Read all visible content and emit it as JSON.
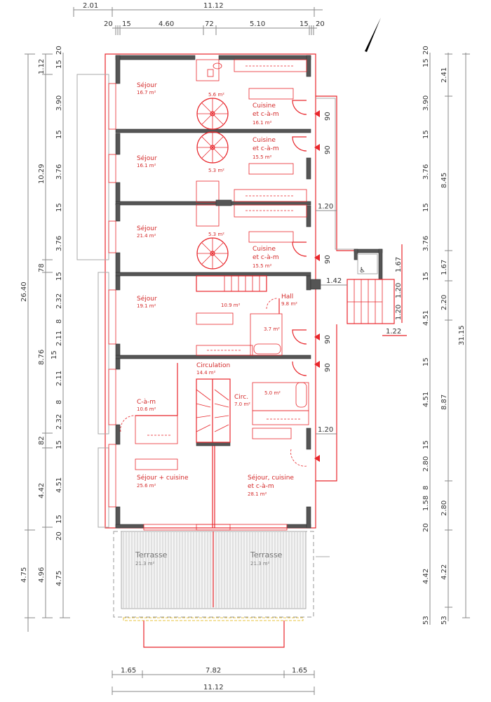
{
  "plan": {
    "north_arrow": "north-arrow-icon",
    "top_dimensions": {
      "row1": [
        "2.01",
        "11.12"
      ],
      "row2": [
        "20",
        "15",
        "4.60",
        "72",
        "5.10",
        "15",
        "20"
      ]
    },
    "bottom_dimensions": {
      "row1": [
        "1.65",
        "7.82",
        "1.65"
      ],
      "row2": [
        "11.12"
      ]
    },
    "left_dimensions": {
      "outer": [
        "26.40",
        "4.75"
      ],
      "middle": [
        "1.12",
        "10.29",
        "78",
        "8.76",
        "82",
        "4.42",
        "4.96"
      ],
      "inner": [
        "20",
        "15",
        "3.90",
        "15",
        "3.76",
        "15",
        "3.76",
        "15",
        "2.32",
        "8",
        "2.11",
        "15",
        "2.11",
        "8",
        "2.32",
        "15",
        "4.51",
        "15",
        "20",
        "4.75"
      ]
    },
    "right_dimensions": {
      "inner": [
        "20",
        "15",
        "3.90",
        "15",
        "3.76",
        "15",
        "3.76",
        "15",
        "4.51",
        "15",
        "4.51",
        "15",
        "2.80",
        "8",
        "1.58",
        "20",
        "4.42",
        "53"
      ],
      "middle": [
        "2.41",
        "8.45",
        "1.67",
        "2.20",
        "8.87",
        "2.80",
        "4.22",
        "53"
      ],
      "outer": [
        "31.15"
      ]
    },
    "annex_dimensions": {
      "door_widths": [
        "90",
        "90",
        "90",
        "90",
        "90"
      ],
      "corridor_widths": [
        "1.20",
        "1.20"
      ],
      "stair_gap": "1.42",
      "stair_dims": [
        "1.67",
        "1.20",
        "1.20",
        "1.22"
      ]
    },
    "rooms": [
      {
        "name": "Séjour",
        "area": "16.7 m²"
      },
      {
        "name": "",
        "area": "5.6 m²"
      },
      {
        "name": "Cuisine",
        "name2": "et c-à-m",
        "area": "16.1 m²"
      },
      {
        "name": "Séjour",
        "area": "16.1 m²"
      },
      {
        "name": "Cuisine",
        "name2": "et c-à-m",
        "area": "15.5 m²"
      },
      {
        "name": "",
        "area": "5.3 m²"
      },
      {
        "name": "Séjour",
        "area": "21.4 m²"
      },
      {
        "name": "",
        "area": "5.3 m²"
      },
      {
        "name": "Cuisine",
        "name2": "et c-à-m",
        "area": "15.5 m²"
      },
      {
        "name": "Séjour",
        "area": "19.1 m²"
      },
      {
        "name": "",
        "area": "10.9 m²"
      },
      {
        "name": "Hall",
        "area": "9.8 m²"
      },
      {
        "name": "",
        "area": "3.7 m²"
      },
      {
        "name": "Circulation",
        "area": "14.4 m²"
      },
      {
        "name": "C-à-m",
        "area": "10.6 m²"
      },
      {
        "name": "Circ.",
        "area": "7.0 m²"
      },
      {
        "name": "",
        "area": "5.0 m²"
      },
      {
        "name": "Séjour + cuisine",
        "area": "25.6 m²"
      },
      {
        "name": "Séjour, cuisine",
        "name2": "et c-à-m",
        "area": "28.1 m²"
      }
    ],
    "terraces": [
      {
        "name": "Terrasse",
        "area": "21.3 m²"
      },
      {
        "name": "Terrasse",
        "area": "21.3 m²"
      }
    ],
    "symbols": {
      "entrance_marker": "entrance-arrow-icon",
      "elevator": "elevator-wheelchair-icon"
    }
  }
}
